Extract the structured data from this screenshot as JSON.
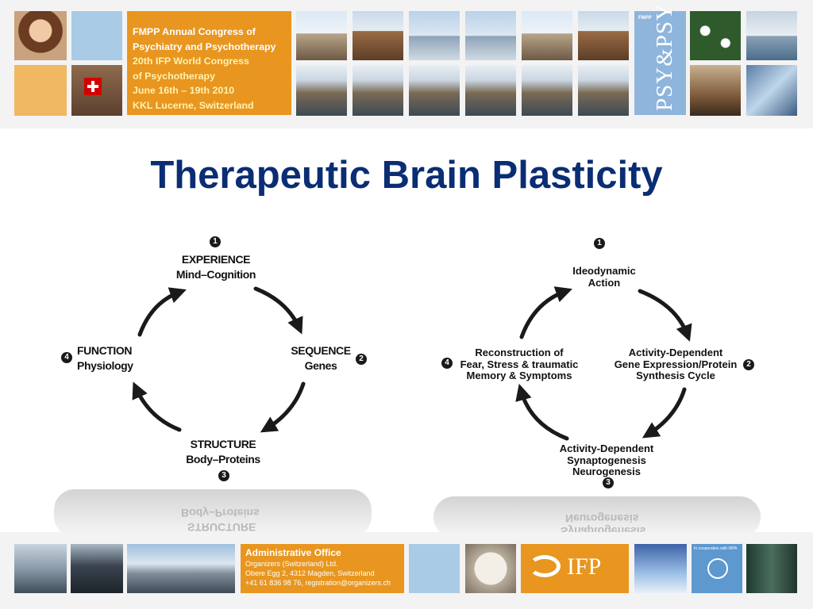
{
  "banner": {
    "congress_lines": [
      "FMPP Annual Congress of",
      "Psychiatry and Psychotherapy",
      "20th IFP World Congress",
      "of Psychotherapy",
      "June 16th – 19th 2010",
      "KKL Lucerne, Switzerland"
    ],
    "psy_small": "FMPP",
    "psy_vertical": "PSY&PSY"
  },
  "title": "Therapeutic Brain Plasticity",
  "left_diagram": {
    "n1": "1",
    "n2": "2",
    "n3": "3",
    "n4": "4",
    "top": [
      "EXPERIENCE",
      "Mind–Cognition"
    ],
    "right": [
      "SEQUENCE",
      "Genes"
    ],
    "bottom": [
      "STRUCTURE",
      "Body–Proteins"
    ],
    "left": [
      "FUNCTION",
      "Physiology"
    ],
    "reflection": [
      "Body–Proteins",
      "STRUCTURE"
    ]
  },
  "right_diagram": {
    "n1": "1",
    "n2": "2",
    "n3": "3",
    "n4": "4",
    "top": [
      "Ideodynamic",
      "Action"
    ],
    "right": [
      "Activity-Dependent",
      "Gene Expression/Protein",
      "Synthesis Cycle"
    ],
    "bottom": [
      "Activity-Dependent",
      "Synaptogenesis",
      "Neurogenesis"
    ],
    "left": [
      "Reconstruction of",
      "Fear, Stress & traumatic",
      "Memory & Symptoms"
    ],
    "reflection": [
      "Neurogenesis",
      "Synaptogenesis"
    ]
  },
  "footer": {
    "admin_title": "Administrative Office",
    "admin_lines": [
      "Organizers (Switzerland) Ltd.",
      "Obere Egg 2, 4312 Magden, Switzerland",
      "+41 61 836 98 76, registration@organizers.ch"
    ],
    "ifp_logo": "IFP",
    "wpa_caption": "In cooperation with WPA"
  },
  "colors": {
    "title": "#0a2d73",
    "orange": "#e8961f",
    "blue_tile": "#a9cbe6"
  }
}
